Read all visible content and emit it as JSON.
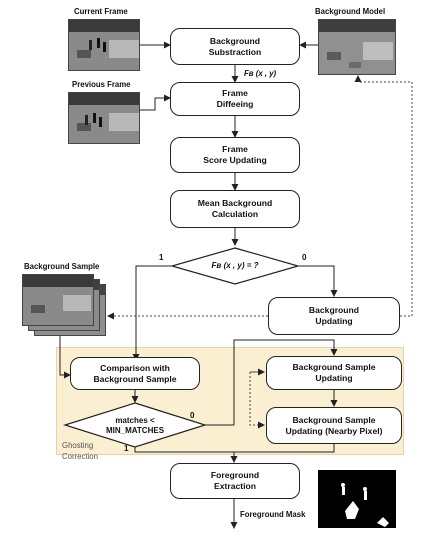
{
  "images": {
    "current_frame": "Current Frame",
    "previous_frame": "Previous Frame",
    "background_model": "Background Model",
    "background_sample": "Background Sample"
  },
  "boxes": {
    "bg_subtraction": "Background\nSubstraction",
    "frame_diff": "Frame\nDiffeeing",
    "score_update": "Frame\nScore Updating",
    "mean_bg": "Mean Background\nCalculation",
    "bg_updating": "Background\nUpdating",
    "comparison": "Comparison with\nBackground Sample",
    "sample_updating": "Background Sample\nUpdating",
    "sample_updating_nearby": "Background Sample\nUpdating (Nearby Pixel)",
    "fg_extraction": "Foreground\nExtraction"
  },
  "decisions": {
    "fb_check": "Fʙ (x , y) = ?",
    "matches": "matches <\nMIN_MATCHES"
  },
  "labels": {
    "fb_output": "Fʙ (x , y)",
    "branch_one": "1",
    "branch_zero": "0",
    "matches_zero": "0",
    "matches_one": "1",
    "ghosting": "Ghosting\nCorrection",
    "foreground_mask": "Foreground Mask"
  }
}
